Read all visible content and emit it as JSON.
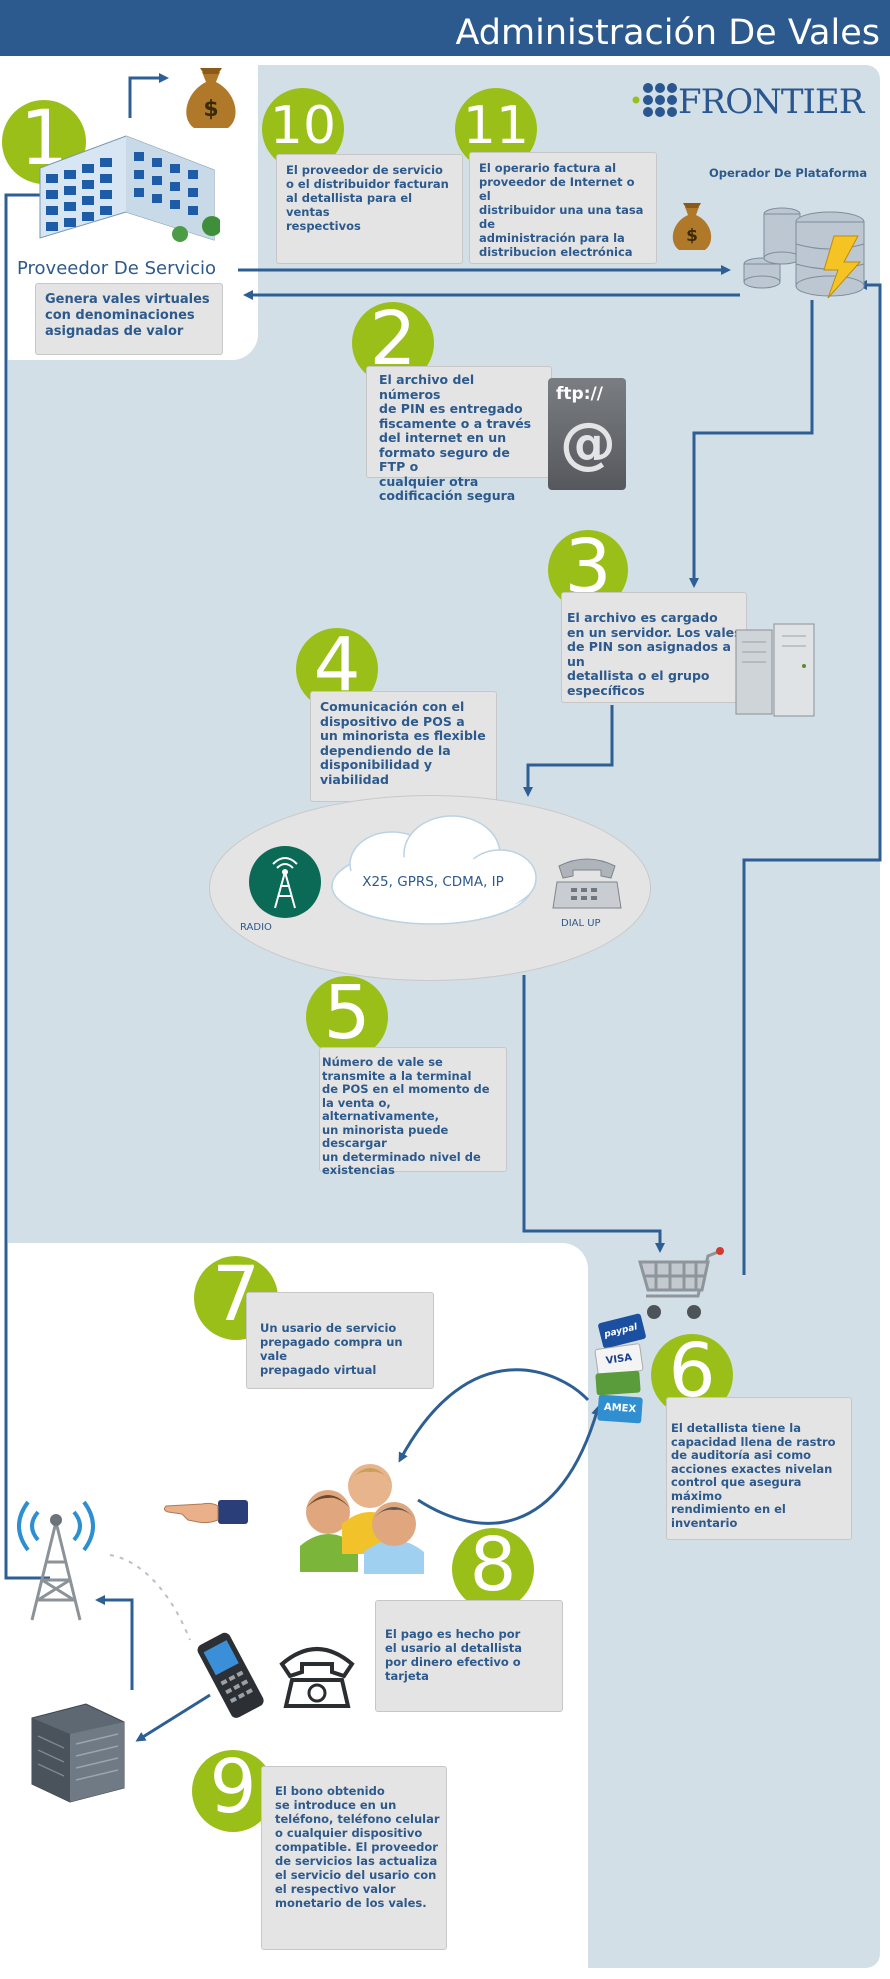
{
  "header": {
    "title": "Administración De Vales"
  },
  "brand": {
    "name": "FRONTIER"
  },
  "nodes": {
    "provider_label": "Proveedor De Servicio",
    "operator_label": "Operador De Plataforma"
  },
  "steps": [
    {
      "number": "1",
      "text": "Genera vales virtuales\ncon denominaciones\nasignadas de valor"
    },
    {
      "number": "2",
      "text": "El archivo del números\nde PIN es entregado\nfiscamente o a través\ndel internet en un\nformato seguro de FTP o\ncualquier otra\ncodificación segura"
    },
    {
      "number": "3",
      "text": "El archivo es cargado\nen un servidor. Los vales\nde PIN son asignados a un\ndetallista o el grupo\nespecíficos"
    },
    {
      "number": "4",
      "text": "Comunicación con el\ndispositivo de POS a\nun minorista es flexible\ndependiendo de la\ndisponibilidad y\nviabilidad"
    },
    {
      "number": "5",
      "text": "Número de vale se\ntransmite a la terminal\nde POS en el momento de\nla venta o, alternativamente,\nun minorista puede descargar\nun determinado nivel de\nexistencias"
    },
    {
      "number": "6",
      "text": "El detallista tiene la\ncapacidad llena de rastro\nde auditoría asi como\nacciones exactes nivelan\ncontrol que asegura máximo\nrendimiento en el inventario"
    },
    {
      "number": "7",
      "text": "Un usario de servicio\nprepagado compra un vale\nprepagado virtual"
    },
    {
      "number": "8",
      "text": "El pago es hecho por\nel usario al detallista\npor dinero efectivo o tarjeta"
    },
    {
      "number": "9",
      "text": "El bono obtenido\nse introduce en un\nteléfono, teléfono celular\no cualquier dispositivo\ncompatible.  El proveedor\nde servicios las actualiza\nel servicio del usario con\nel respectivo valor\nmonetario de los vales."
    },
    {
      "number": "10",
      "text": "El proveedor de servicio\no el distribuidor facturan\nal detallista para el ventas\nrespectivos"
    },
    {
      "number": "11",
      "text": "El operario factura al\nproveedor de Internet o el\ndistribuidor una una tasa de\nadministración para la\ndistribucion electrónica"
    }
  ],
  "network": {
    "protocols": "X25, GPRS, CDMA, IP",
    "radio_label": "RADIO",
    "dialup_label": "DIAL UP"
  },
  "icons": {
    "ftp_text": "ftp://",
    "at_symbol": "@",
    "dollar": "$",
    "cards": [
      "paypal",
      "VISA",
      "AMEX"
    ]
  },
  "colors": {
    "header": "#2c5a8e",
    "panel": "#d3dfe6",
    "accent_green": "#9abf18",
    "arrow": "#2d5f95",
    "text_blue": "#2d5a8d"
  }
}
